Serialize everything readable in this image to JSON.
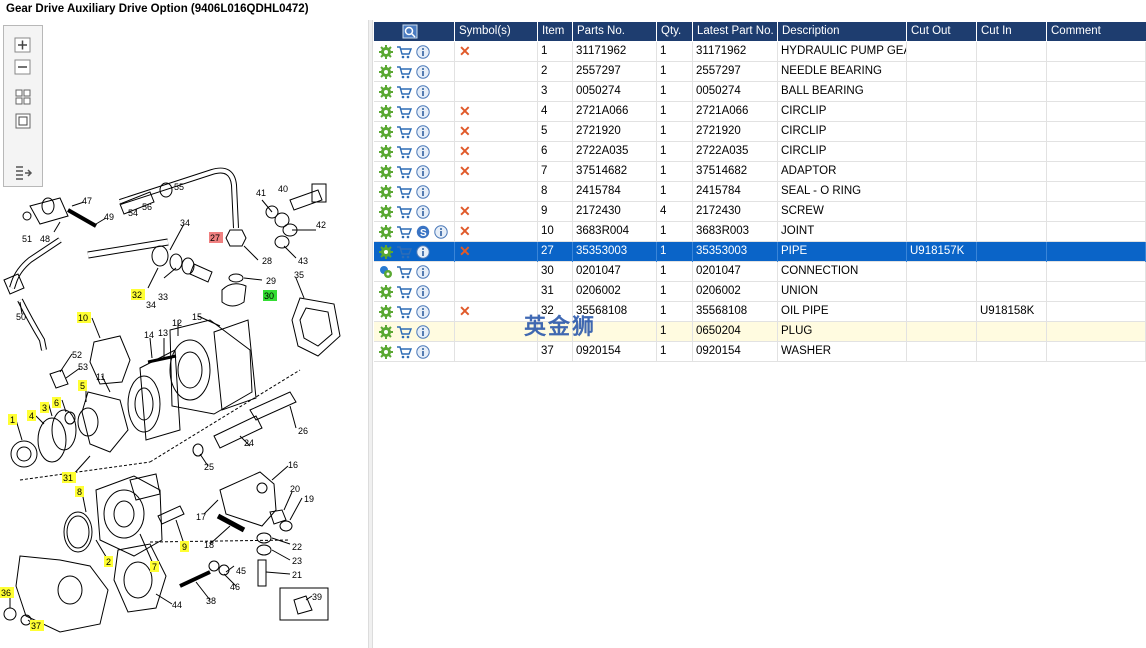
{
  "title": "Gear Drive Auxiliary Drive Option (9406L016QDHL0472)",
  "colors": {
    "header_bg": "#1e3d6f",
    "selected_bg": "#0a64c8",
    "highlight_bg": "#fffbe0",
    "cross": "#e05a2a",
    "callout_yellow": "#ffff33",
    "callout_red": "#f08080",
    "callout_green": "#33dd33"
  },
  "toolbar": {
    "icons": [
      "zoom-in-icon",
      "zoom-out-icon",
      "fit-all-icon",
      "fit-window-icon",
      "export-icon"
    ]
  },
  "columns": [
    "",
    "Symbol(s)",
    "Item",
    "Parts No.",
    "Qty.",
    "Latest Part No.",
    "Description",
    "Cut Out",
    "Cut In",
    "Comment"
  ],
  "rows": [
    {
      "symbol": "x",
      "item": "1",
      "part": "31171962",
      "qty": "1",
      "latest": "31171962",
      "desc": "HYDRAULIC PUMP GEAR",
      "cut_out": "",
      "cut_in": "",
      "comment": ""
    },
    {
      "symbol": "",
      "item": "2",
      "part": "2557297",
      "qty": "1",
      "latest": "2557297",
      "desc": "NEEDLE BEARING",
      "cut_out": "",
      "cut_in": "",
      "comment": ""
    },
    {
      "symbol": "",
      "item": "3",
      "part": "0050274",
      "qty": "1",
      "latest": "0050274",
      "desc": "BALL BEARING",
      "cut_out": "",
      "cut_in": "",
      "comment": ""
    },
    {
      "symbol": "x",
      "item": "4",
      "part": "2721A066",
      "qty": "1",
      "latest": "2721A066",
      "desc": "CIRCLIP",
      "cut_out": "",
      "cut_in": "",
      "comment": ""
    },
    {
      "symbol": "x",
      "item": "5",
      "part": "2721920",
      "qty": "1",
      "latest": "2721920",
      "desc": "CIRCLIP",
      "cut_out": "",
      "cut_in": "",
      "comment": ""
    },
    {
      "symbol": "x",
      "item": "6",
      "part": "2722A035",
      "qty": "1",
      "latest": "2722A035",
      "desc": "CIRCLIP",
      "cut_out": "",
      "cut_in": "",
      "comment": ""
    },
    {
      "symbol": "x",
      "item": "7",
      "part": "37514682",
      "qty": "1",
      "latest": "37514682",
      "desc": "ADAPTOR",
      "cut_out": "",
      "cut_in": "",
      "comment": ""
    },
    {
      "symbol": "",
      "item": "8",
      "part": "2415784",
      "qty": "1",
      "latest": "2415784",
      "desc": "SEAL - O RING",
      "cut_out": "",
      "cut_in": "",
      "comment": ""
    },
    {
      "symbol": "x",
      "item": "9",
      "part": "2172430",
      "qty": "4",
      "latest": "2172430",
      "desc": "SCREW",
      "cut_out": "",
      "cut_in": "",
      "comment": ""
    },
    {
      "symbol": "x",
      "item": "10",
      "part": "3683R004",
      "qty": "1",
      "latest": "3683R003",
      "desc": "JOINT",
      "cut_out": "",
      "cut_in": "",
      "comment": "",
      "service": true
    },
    {
      "symbol": "x",
      "item": "27",
      "part": "35353003",
      "qty": "1",
      "latest": "35353003",
      "desc": "PIPE",
      "cut_out": "U918157K",
      "cut_in": "",
      "comment": "",
      "selected": true
    },
    {
      "symbol": "",
      "item": "30",
      "part": "0201047",
      "qty": "1",
      "latest": "0201047",
      "desc": "CONNECTION",
      "cut_out": "",
      "cut_in": "",
      "comment": "",
      "multi": true
    },
    {
      "symbol": "",
      "item": "31",
      "part": "0206002",
      "qty": "1",
      "latest": "0206002",
      "desc": "UNION",
      "cut_out": "",
      "cut_in": "",
      "comment": ""
    },
    {
      "symbol": "x",
      "item": "32",
      "part": "35568108",
      "qty": "1",
      "latest": "35568108",
      "desc": "OIL PIPE",
      "cut_out": "",
      "cut_in": "U918158K",
      "comment": ""
    },
    {
      "symbol": "",
      "item": "",
      "part": "",
      "qty": "1",
      "latest": "0650204",
      "desc": "PLUG",
      "cut_out": "",
      "cut_in": "",
      "comment": "",
      "highlight": true
    },
    {
      "symbol": "",
      "item": "37",
      "part": "0920154",
      "qty": "1",
      "latest": "0920154",
      "desc": "WASHER",
      "cut_out": "",
      "cut_in": "",
      "comment": ""
    }
  ],
  "row_icons": [
    "settings-gear-icon",
    "cart-icon",
    "info-icon"
  ],
  "watermark": "英金狮",
  "diagram": {
    "callouts": [
      {
        "n": "47",
        "style": "plain"
      },
      {
        "n": "48",
        "style": "plain"
      },
      {
        "n": "49",
        "style": "plain"
      },
      {
        "n": "51",
        "style": "plain"
      },
      {
        "n": "54",
        "style": "plain"
      },
      {
        "n": "55",
        "style": "plain"
      },
      {
        "n": "56",
        "style": "plain"
      },
      {
        "n": "40",
        "style": "plain"
      },
      {
        "n": "41",
        "style": "plain"
      },
      {
        "n": "42",
        "style": "plain"
      },
      {
        "n": "43",
        "style": "plain"
      },
      {
        "n": "34",
        "style": "plain"
      },
      {
        "n": "27",
        "style": "red"
      },
      {
        "n": "28",
        "style": "plain"
      },
      {
        "n": "29",
        "style": "plain"
      },
      {
        "n": "30",
        "style": "green"
      },
      {
        "n": "35",
        "style": "plain"
      },
      {
        "n": "32",
        "style": "yellow"
      },
      {
        "n": "33",
        "style": "plain"
      },
      {
        "n": "50",
        "style": "plain"
      },
      {
        "n": "10",
        "style": "yellow"
      },
      {
        "n": "12",
        "style": "plain"
      },
      {
        "n": "15",
        "style": "plain"
      },
      {
        "n": "14",
        "style": "plain"
      },
      {
        "n": "13",
        "style": "plain"
      },
      {
        "n": "52",
        "style": "plain"
      },
      {
        "n": "53",
        "style": "plain"
      },
      {
        "n": "11",
        "style": "plain"
      },
      {
        "n": "5",
        "style": "yellow"
      },
      {
        "n": "3",
        "style": "yellow"
      },
      {
        "n": "6",
        "style": "yellow"
      },
      {
        "n": "1",
        "style": "yellow"
      },
      {
        "n": "4",
        "style": "yellow"
      },
      {
        "n": "26",
        "style": "plain"
      },
      {
        "n": "24",
        "style": "plain"
      },
      {
        "n": "25",
        "style": "plain"
      },
      {
        "n": "16",
        "style": "plain"
      },
      {
        "n": "31",
        "style": "yellow"
      },
      {
        "n": "8",
        "style": "yellow"
      },
      {
        "n": "20",
        "style": "plain"
      },
      {
        "n": "19",
        "style": "plain"
      },
      {
        "n": "17",
        "style": "plain"
      },
      {
        "n": "9",
        "style": "yellow"
      },
      {
        "n": "18",
        "style": "plain"
      },
      {
        "n": "22",
        "style": "plain"
      },
      {
        "n": "23",
        "style": "plain"
      },
      {
        "n": "2",
        "style": "yellow"
      },
      {
        "n": "7",
        "style": "yellow"
      },
      {
        "n": "45",
        "style": "plain"
      },
      {
        "n": "21",
        "style": "plain"
      },
      {
        "n": "46",
        "style": "plain"
      },
      {
        "n": "36",
        "style": "yellow"
      },
      {
        "n": "38",
        "style": "plain"
      },
      {
        "n": "44",
        "style": "plain"
      },
      {
        "n": "39",
        "style": "plain"
      },
      {
        "n": "37",
        "style": "yellow"
      }
    ]
  }
}
